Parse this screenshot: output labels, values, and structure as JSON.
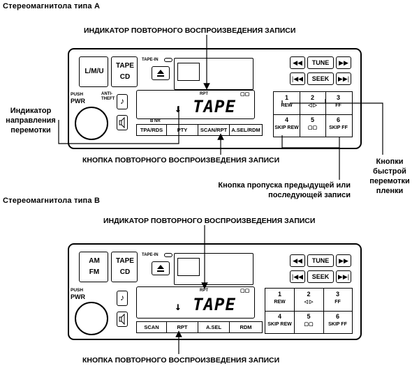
{
  "sections": {
    "a_title": "Стереомагнитола типа А",
    "b_title": "Стереомагнитола типа В"
  },
  "callouts": {
    "repeat_indicator": "ИНДИКАТОР ПОВТОРНОГО ВОСПРОИЗВЕДЕНИЯ ЗАПИСИ",
    "repeat_button": "КНОПКА ПОВТОРНОГО ВОСПРОИЗВЕДЕНИЯ ЗАПИСИ",
    "direction_indicator": "Индикатор направления перемотки",
    "skip_button": "Кнопка пропуска предыдущей или последующей записи",
    "fast_wind_buttons": "Кнопки быстрой перемотки пленки"
  },
  "unit_a": {
    "band": "L/M/U",
    "tape": "TAPE",
    "cd": "CD",
    "tape_in": "TAPE-IN",
    "push": "PUSH",
    "pwr": "PWR",
    "anti_theft": "ANTI-THEFT",
    "rpt": "RPT",
    "display": "TAPE",
    "dolby": "B NR",
    "tune": "TUNE",
    "seek": "SEEK",
    "row_buttons": [
      "TPA/RDS",
      "PTY",
      "SCAN/RPT",
      "A.SEL/RDM"
    ],
    "presets": [
      {
        "num": "1",
        "sub": "REW"
      },
      {
        "num": "2",
        "sub": "◁ ▷"
      },
      {
        "num": "3",
        "sub": "FF"
      },
      {
        "num": "4",
        "sub": "SKIP REW"
      },
      {
        "num": "5",
        "sub": "▢▢"
      },
      {
        "num": "6",
        "sub": "SKIP FF"
      }
    ]
  },
  "unit_b": {
    "am": "AM",
    "fm": "FM",
    "tape": "TAPE",
    "cd": "CD",
    "tape_in": "TAPE-IN",
    "push": "PUSH",
    "pwr": "PWR",
    "rpt": "RPT",
    "display": "TAPE",
    "tune": "TUNE",
    "seek": "SEEK",
    "row_buttons": [
      "SCAN",
      "RPT",
      "A.SEL",
      "RDM"
    ],
    "presets": [
      {
        "num": "1",
        "sub": "REW"
      },
      {
        "num": "2",
        "sub": "◁ ▷"
      },
      {
        "num": "3",
        "sub": "FF"
      },
      {
        "num": "4",
        "sub": "SKIP REW"
      },
      {
        "num": "5",
        "sub": "▢▢"
      },
      {
        "num": "6",
        "sub": "SKIP FF"
      }
    ]
  },
  "icons": {
    "eject": "eject-icon",
    "note": "music-note-icon",
    "speaker": "speaker-icon",
    "rewind": "rewind-icon",
    "fast_forward": "fast-forward-icon",
    "skip_back": "skip-back-icon",
    "skip_forward": "skip-forward-icon"
  }
}
